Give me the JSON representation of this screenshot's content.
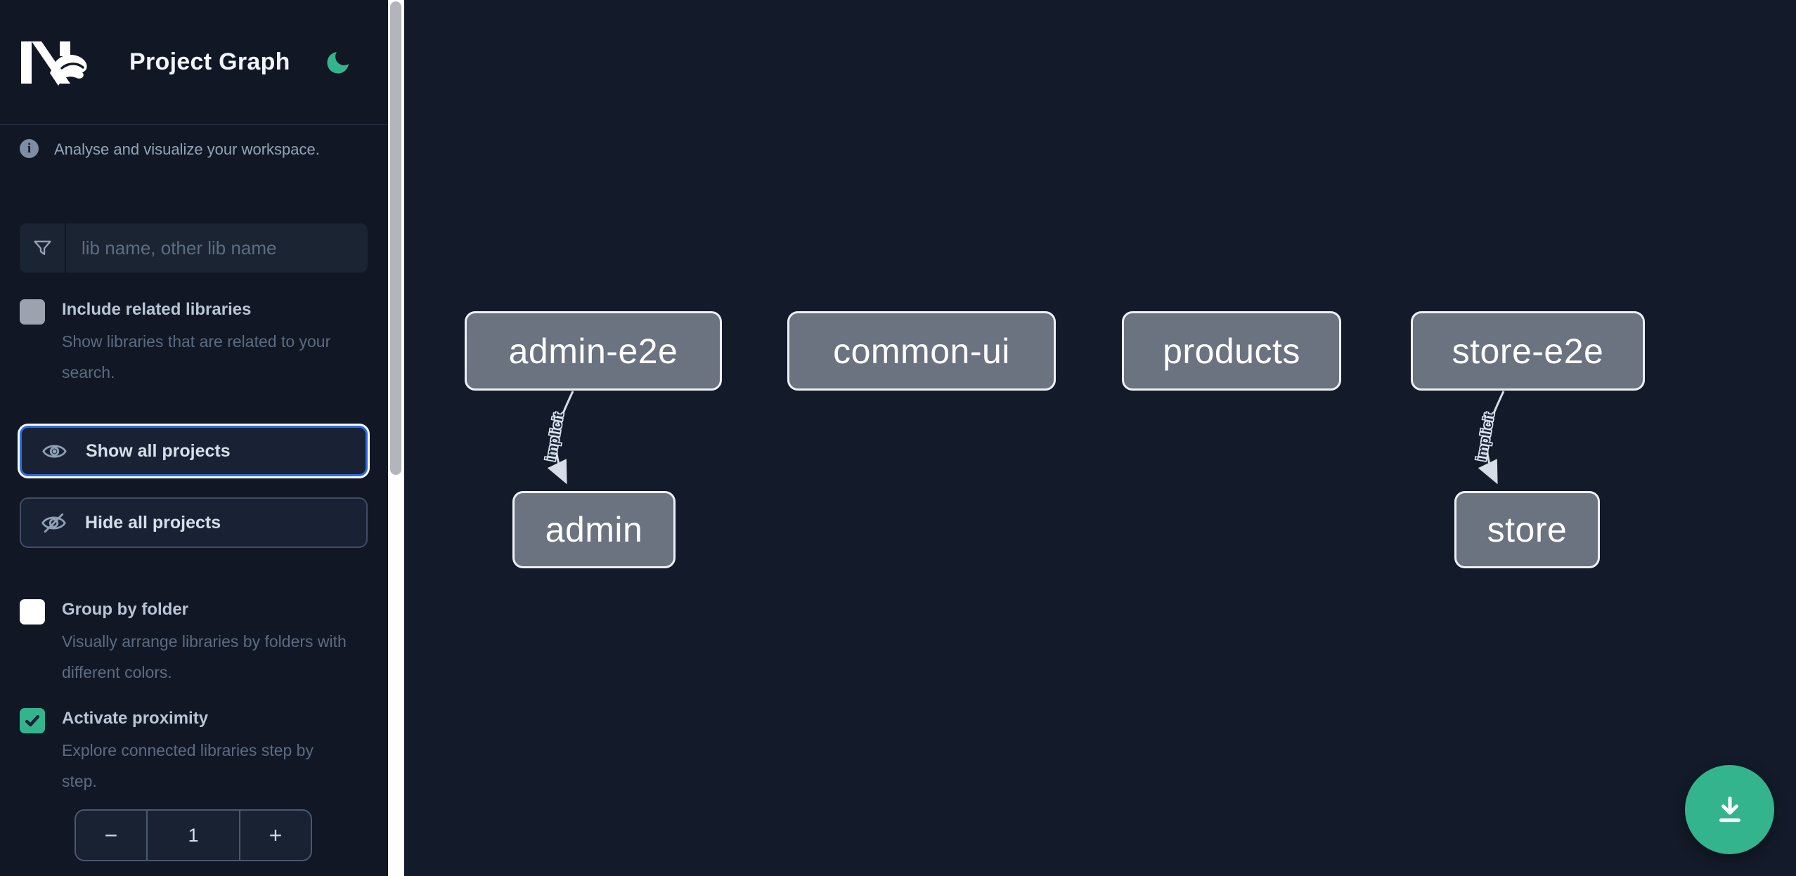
{
  "colors": {
    "accent_green": "#34b48c",
    "focus_blue": "#2e6be8",
    "node_fill": "#6b7280",
    "node_border": "#edf1f6",
    "edge": "#d7dde6",
    "sidebar_bg": "#111724",
    "canvas_bg": "#131a29"
  },
  "header": {
    "title": "Project Graph",
    "logo_icon": "nx-logo",
    "theme_toggle_icon": "moon-icon"
  },
  "sidebar": {
    "tagline": "Analyse and visualize your workspace.",
    "tagline_icon": "info-icon",
    "filter": {
      "icon": "funnel-icon",
      "placeholder": "lib name, other lib name",
      "value": ""
    },
    "include_related": {
      "label": "Include related libraries",
      "description": "Show libraries that are related to your search.",
      "checked": false,
      "disabled": true
    },
    "show_all": {
      "label": "Show all projects",
      "icon": "eye-icon",
      "focused": true
    },
    "hide_all": {
      "label": "Hide all projects",
      "icon": "eye-off-icon"
    },
    "group_by_folder": {
      "label": "Group by folder",
      "description": "Visually arrange libraries by folders with different colors.",
      "checked": false
    },
    "activate_proximity": {
      "label": "Activate proximity",
      "description": "Explore connected libraries step by step.",
      "checked": true
    },
    "proximity_stepper": {
      "decrement_label": "−",
      "value": "1",
      "increment_label": "+"
    }
  },
  "canvas": {
    "nodes": [
      {
        "id": "admin-e2e",
        "label": "admin-e2e"
      },
      {
        "id": "common-ui",
        "label": "common-ui"
      },
      {
        "id": "products",
        "label": "products"
      },
      {
        "id": "store-e2e",
        "label": "store-e2e"
      },
      {
        "id": "admin",
        "label": "admin"
      },
      {
        "id": "store",
        "label": "store"
      }
    ],
    "edges": [
      {
        "from": "admin-e2e",
        "to": "admin",
        "label": "implicit"
      },
      {
        "from": "store-e2e",
        "to": "store",
        "label": "implicit"
      }
    ],
    "export_button_icon": "download-icon"
  }
}
